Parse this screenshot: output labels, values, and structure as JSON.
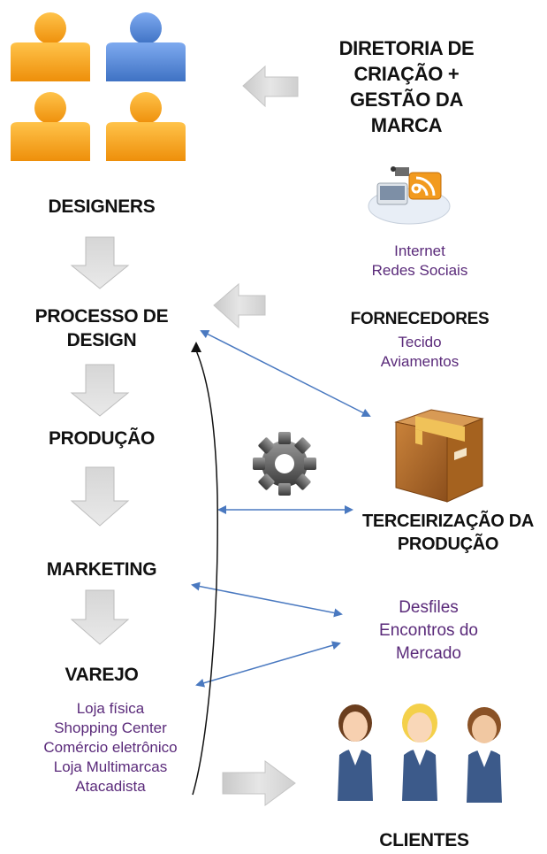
{
  "nodes": {
    "designers": "DESIGNERS",
    "diretoria": [
      "DIRETORIA DE",
      "CRIAÇÃO +",
      "GESTÃO DA",
      "MARCA"
    ],
    "processo": [
      "PROCESSO DE",
      "DESIGN"
    ],
    "producao": "PRODUÇÃO",
    "marketing": "MARKETING",
    "varejo": "VAREJO",
    "varejo_items": [
      "Loja física",
      "Shopping Center",
      "Comércio eletrônico",
      "Loja Multimarcas",
      "Atacadista"
    ],
    "internet": [
      "Internet",
      "Redes Sociais"
    ],
    "fornecedores": "FORNECEDORES",
    "fornecedores_items": [
      "Tecido",
      "Aviamentos"
    ],
    "terceirizacao": [
      "TERCEIRIZAÇÃO DA",
      "PRODUÇÃO"
    ],
    "desfiles": [
      "Desfiles",
      "Encontros do",
      "Mercado"
    ],
    "clientes": "CLIENTES"
  },
  "icons": {
    "designers": "user-group-icon",
    "internet": "network-icon",
    "gear": "gear-icon",
    "box": "package-box-icon",
    "clients": "clients-group-icon"
  },
  "colors": {
    "user_orange": "#f5a418",
    "user_blue": "#5a8ed6",
    "block_arrow": "#dcdcdc",
    "connector": "#4a79c0",
    "purple_text": "#5a2a7a",
    "box_brown": "#b06a28"
  }
}
